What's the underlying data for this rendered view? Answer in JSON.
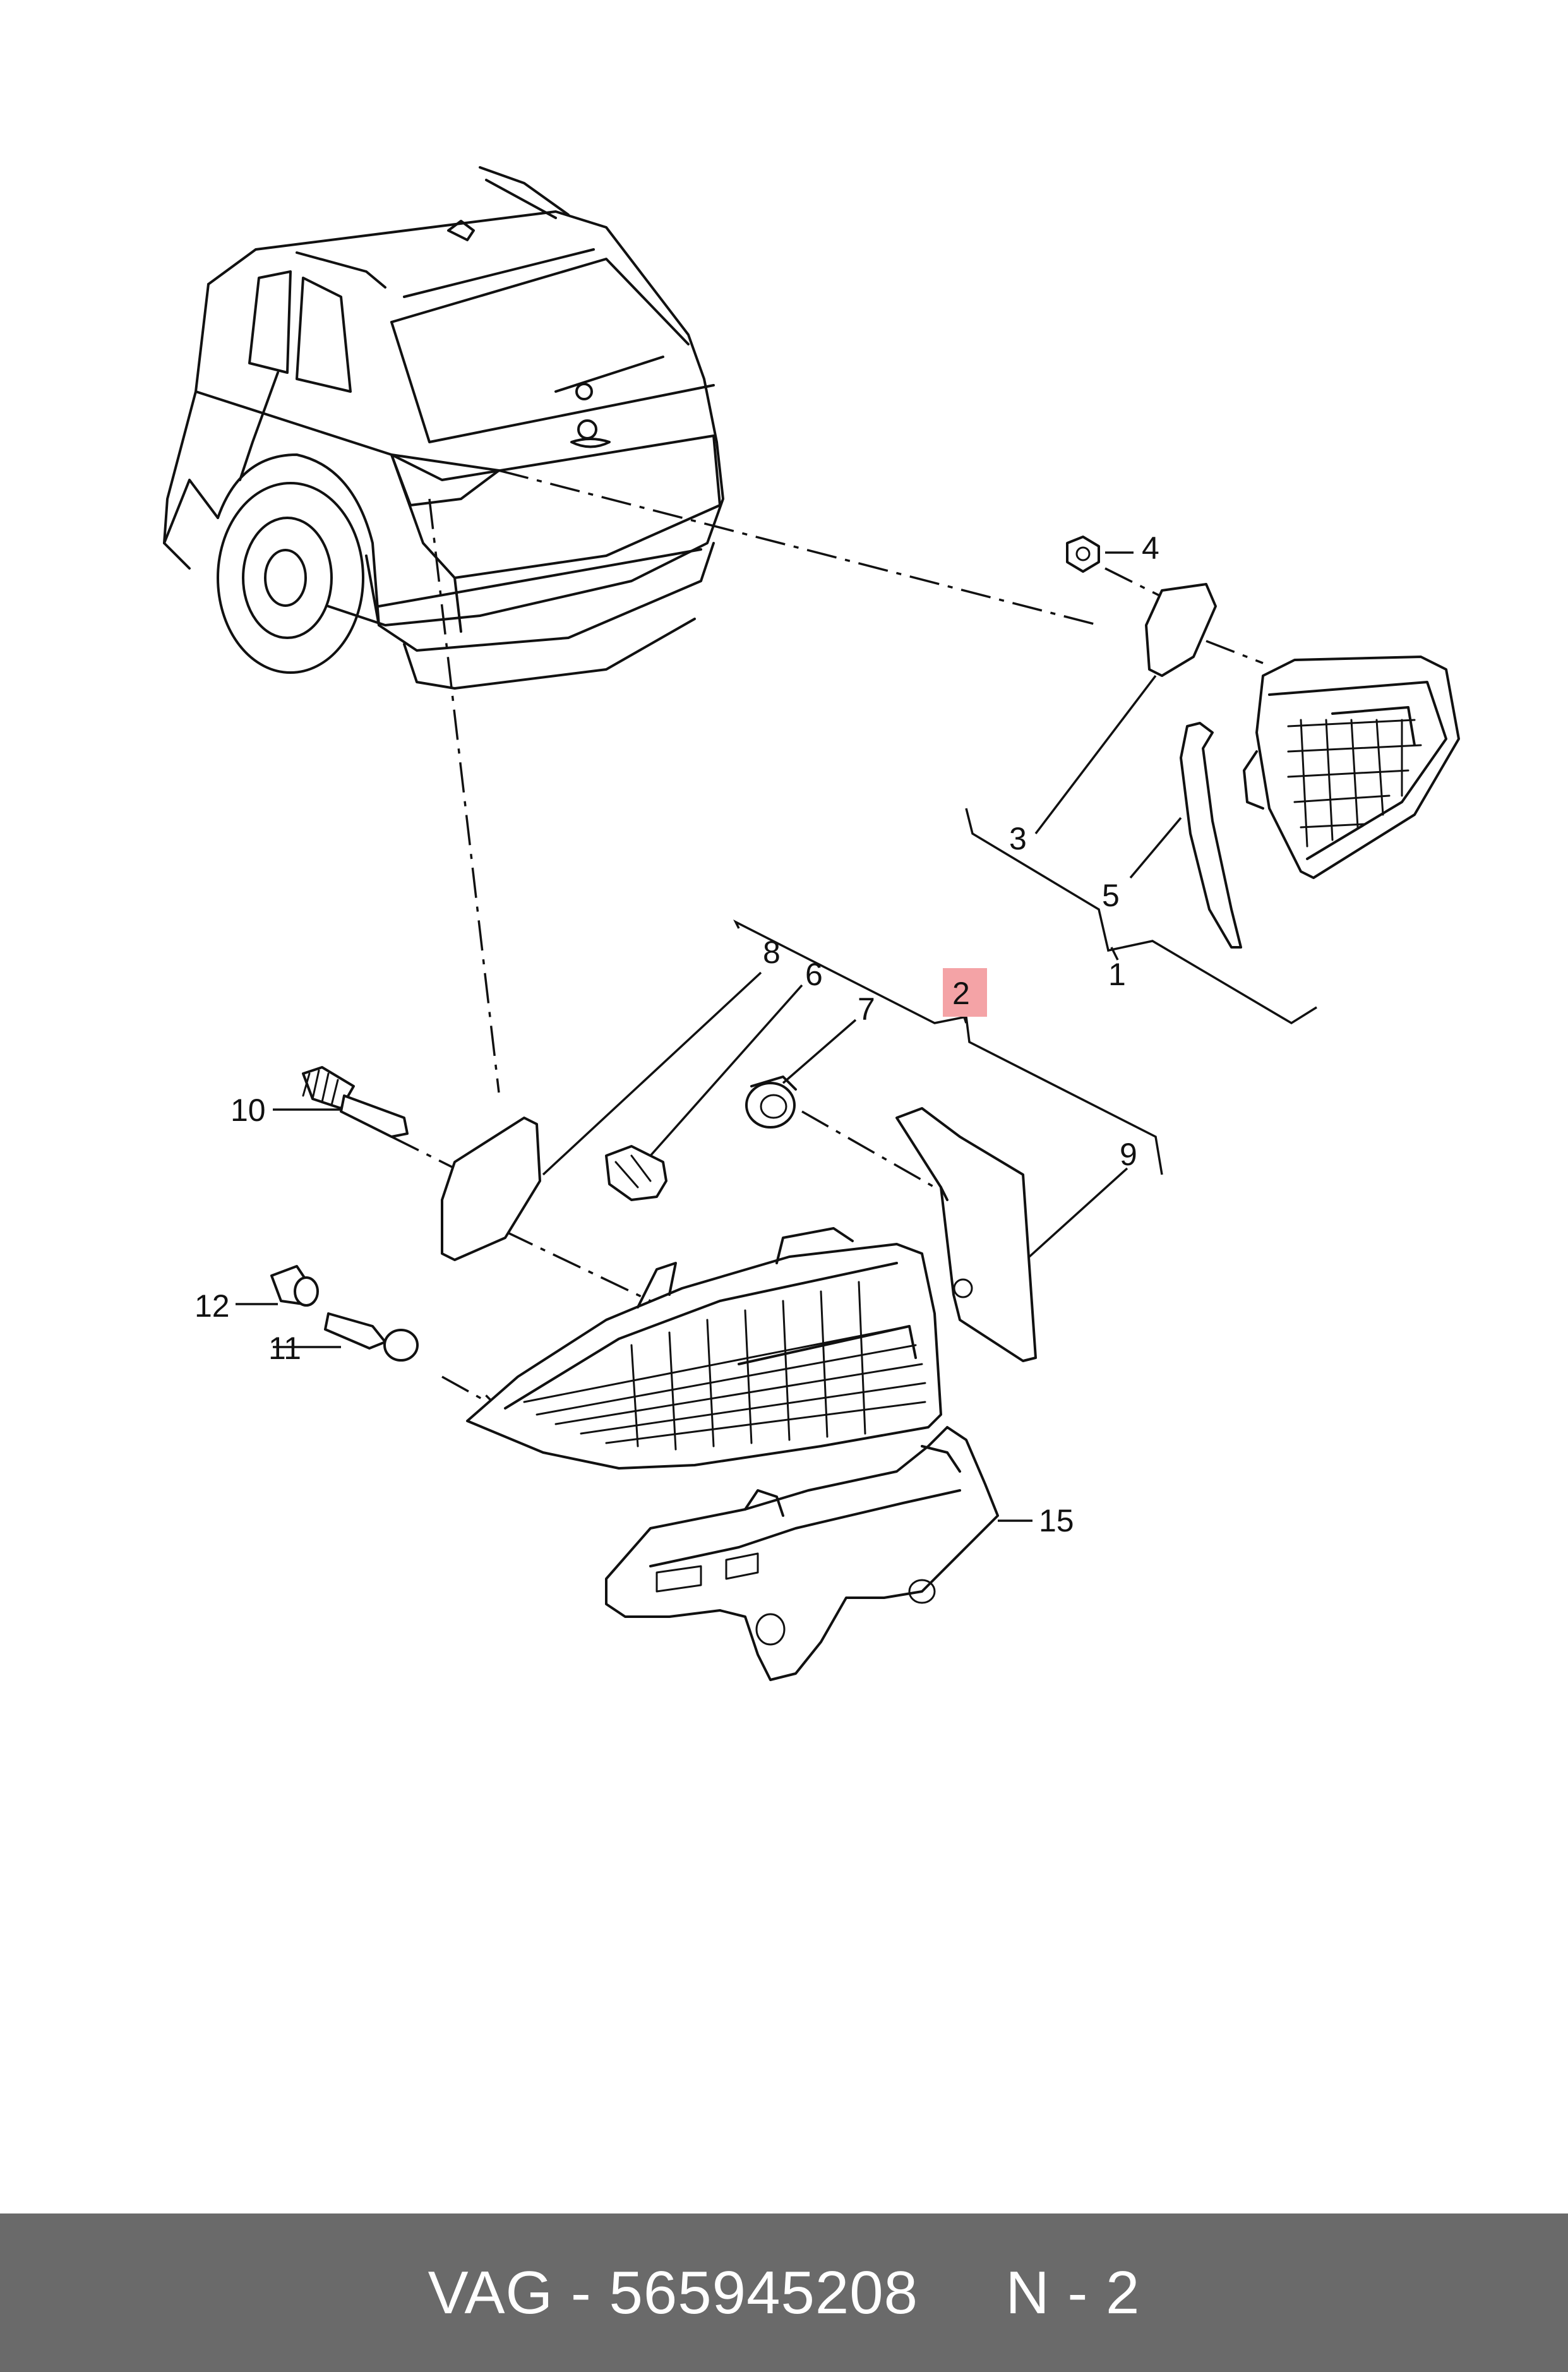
{
  "diagram": {
    "callouts": {
      "c1": "1",
      "c2": "2",
      "c3": "3",
      "c4": "4",
      "c5": "5",
      "c6": "6",
      "c7": "7",
      "c8": "8",
      "c9": "9",
      "c10": "10",
      "c11": "11",
      "c12": "12",
      "c15": "15"
    },
    "highlight_color": "#f4a3a6",
    "highlighted_callout": "2"
  },
  "footer": {
    "text": "VAG - 565945208     N - 2",
    "background": "#6a6a6a"
  }
}
